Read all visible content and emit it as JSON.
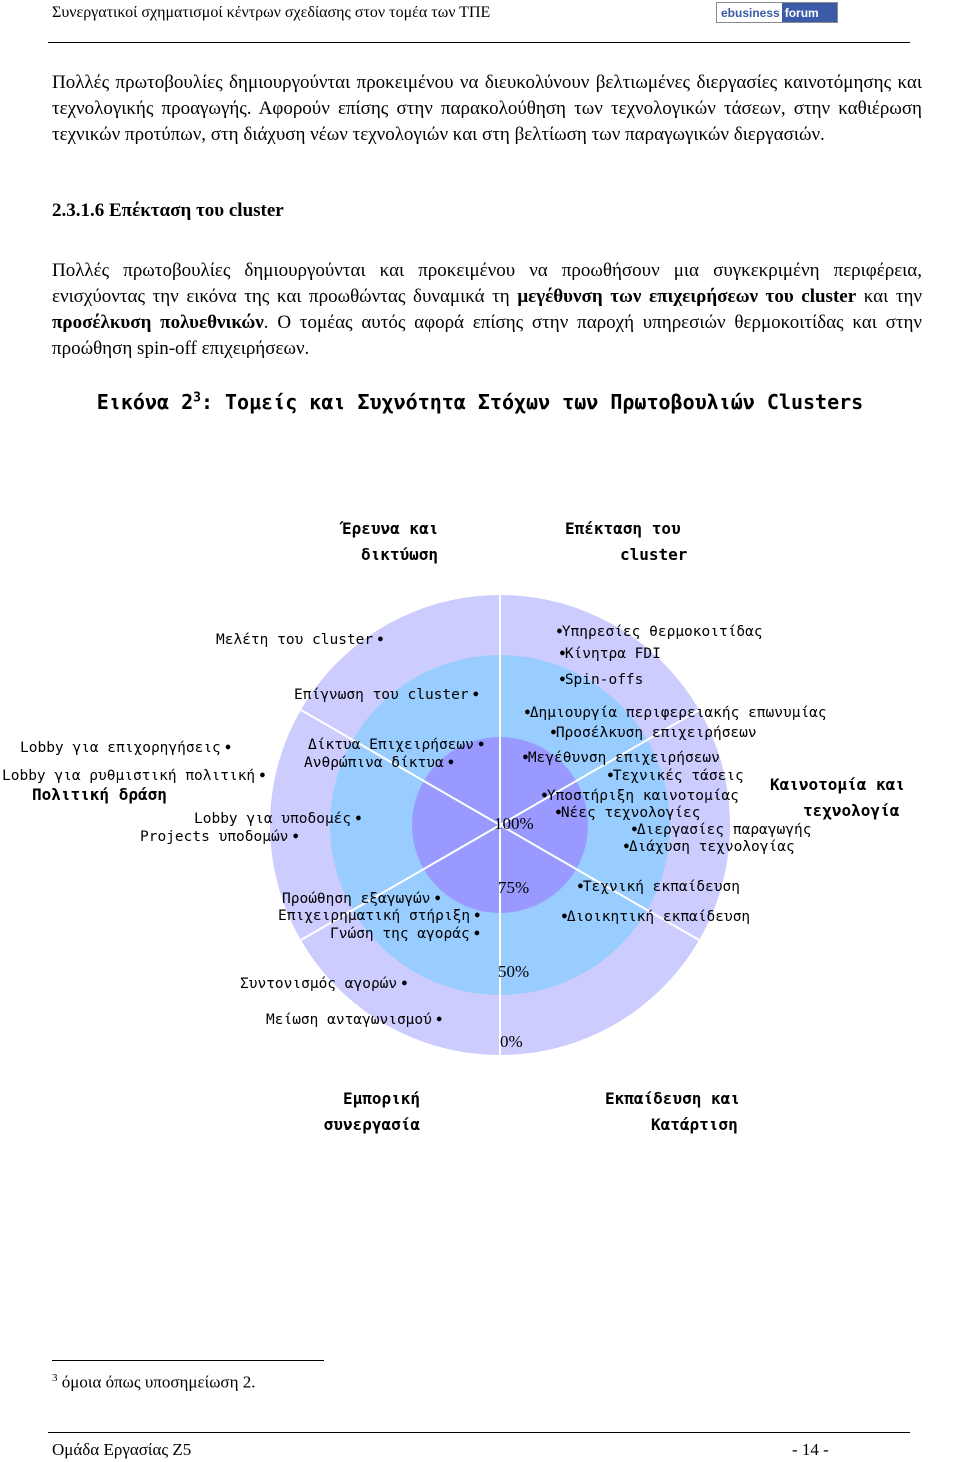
{
  "header": {
    "title": "Συνεργατικοί σχηματισμοί κέντρων σχεδίασης στον τομέα των ΤΠΕ",
    "logo_part1": "ebusiness",
    "logo_part2": "forum"
  },
  "intro_paragraph": "Πολλές πρωτοβουλίες δημιουργούνται προκειμένου να διευκολύνουν βελτιωμένες διεργασίες καινοτόμησης και τεχνολογικής προαγωγής. Αφορούν επίσης στην παρακολούθηση των τεχνολογικών τάσεων, στην καθιέρωση τεχνικών προτύπων, στη διάχυση νέων τεχνολογιών και στη βελτίωση των παραγωγικών διεργασιών.",
  "section_heading": "2.3.1.6 Επέκταση του cluster",
  "section_paragraph": {
    "p1": "Πολλές πρωτοβουλίες δημιουργούνται και προκειμένου να προωθήσουν μια συγκεκριμένη περιφέρεια, ενισχύοντας την εικόνα της και προωθώντας δυναμικά τη ",
    "b1": "μεγέθυνση των επιχειρήσεων του cluster",
    "p2": " και την ",
    "b2": "προσέλκυση πολυεθνικών",
    "p3": ". Ο τομέας αυτός αφορά επίσης στην παροχή υπηρεσιών θερμοκοιτίδας και στην προώθηση spin-off επιχειρήσεων."
  },
  "figure": {
    "title_prefix": "Εικόνα 2",
    "title_sup": "3",
    "title_suffix": ": Τομείς και Συχνότητα Στόχων των Πρωτοβουλιών Clusters",
    "ring_levels": [
      "100%",
      "75%",
      "50%",
      "0%"
    ],
    "colors": {
      "outer_ring": "#ccccff",
      "middle_ring": "#99ccff",
      "inner_ring": "#9999ff",
      "sector_lines": "#ffffff"
    },
    "sectors": {
      "research": {
        "line1": "Έρευνα και",
        "line2": "δικτύωση"
      },
      "expansion": {
        "line1": "Επέκταση του",
        "line2": "cluster"
      },
      "innovation": {
        "line1": "Καινοτομία και",
        "line2": "τεχνολογία"
      },
      "training": {
        "line1": "Εκπαίδευση και",
        "line2": "Κατάρτιση"
      },
      "commercial": {
        "line1": "Εμπορική",
        "line2": "συνεργασία"
      },
      "policy": {
        "line1": "Πολιτική δράση"
      }
    },
    "items": {
      "research": [
        "Μελέτη του cluster",
        "Επίγνωση του cluster",
        "Δίκτυα Επιχειρήσεων",
        "Ανθρώπινα δίκτυα"
      ],
      "policy": [
        "Lobby για επιχορηγήσεις",
        "Lobby για ρυθμιστική πολιτική",
        "Lobby για υποδομές",
        "Projects υποδομών"
      ],
      "expansion": [
        "Υπηρεσίες θερμοκοιτίδας",
        "Κίνητρα FDI",
        "Spin-offs",
        "Δημιουργία περιφερειακής επωνυμίας",
        "Προσέλκυση επιχειρήσεων",
        "Μεγέθυνση επιχειρήσεων"
      ],
      "innovation": [
        "Τεχνικές τάσεις",
        "Υποστήριξη καινοτομίας",
        "Νέες τεχνολογίες",
        "Διεργασίες παραγωγής",
        "Διάχυση τεχνολογίας"
      ],
      "training": [
        "Τεχνική εκπαίδευση",
        "Διοικητική εκπαίδευση"
      ],
      "commercial": [
        "Προώθηση εξαγωγών",
        "Επιχειρηματική στήριξη",
        "Γνώση της αγοράς",
        "Συντονισμός αγορών",
        "Μείωση ανταγωνισμού"
      ]
    }
  },
  "footnote": {
    "number": "3",
    "text": "όμοια όπως υποσημείωση 2."
  },
  "footer": {
    "left": "Ομάδα Εργασίας Ζ5",
    "right": "- 14 -"
  }
}
